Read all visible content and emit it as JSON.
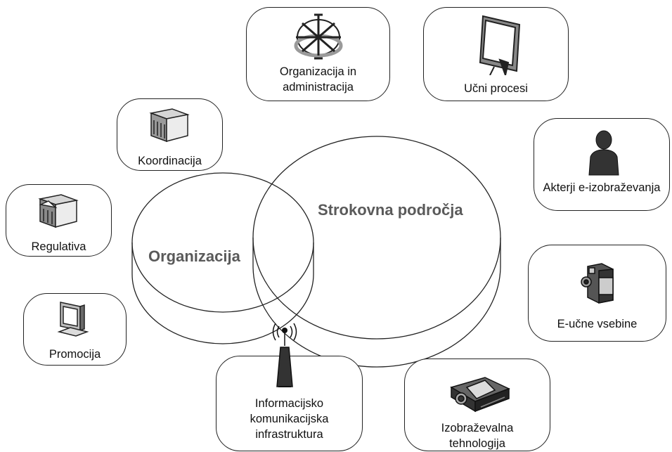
{
  "diagram": {
    "circles": {
      "organization": "Organizacija",
      "professional_areas": "Strokovna področja"
    },
    "nodes": {
      "org_admin": [
        "Organizacija in",
        "administracija"
      ],
      "learning_processes": "Učni procesi",
      "coordination": "Koordinacija",
      "actors": "Akterji e-izobraževanja",
      "regulation": "Regulativa",
      "e_content": "E-učne vsebine",
      "promotion": "Promocija",
      "ict_infra": [
        "Informacijsko",
        "komunikacijska",
        "infrastruktura"
      ],
      "ed_tech": [
        "Izobraževalna",
        "tehnologija"
      ]
    },
    "icons": {
      "org_admin": "compass-rose-icon",
      "learning_processes": "projection-screen-icon",
      "coordination": "building-icon",
      "actors": "person-icon",
      "regulation": "courthouse-icon",
      "e_content": "video-camera-icon",
      "promotion": "monitor-icon",
      "ict_infra": "antenna-tower-icon",
      "ed_tech": "projector-icon"
    },
    "colors": {
      "stroke": "#222222",
      "circle_label": "#5a5a5a",
      "icon_dark": "#333333"
    }
  }
}
